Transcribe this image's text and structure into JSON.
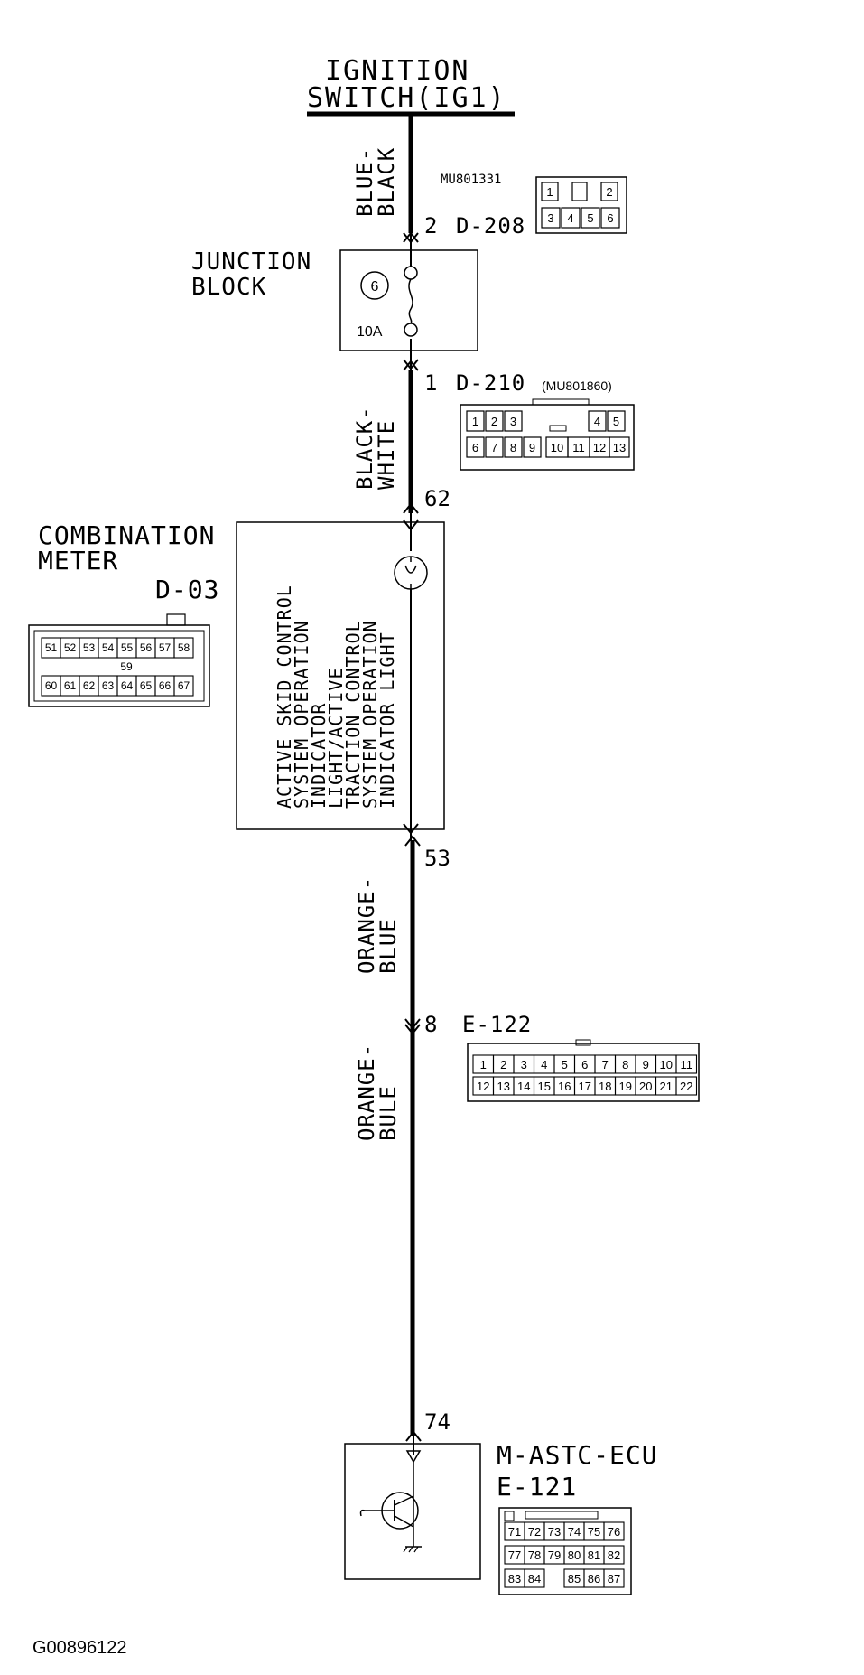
{
  "ignition": {
    "line1": "IGNITION",
    "line2": "SWITCH(IG1)"
  },
  "wires": {
    "w1": {
      "line1": "BLUE-",
      "line2": "BLACK"
    },
    "w2": {
      "line1": "BLACK-",
      "line2": "WHITE"
    },
    "w3": {
      "line1": "ORANGE-",
      "line2": "BLUE"
    },
    "w4": {
      "line1": "ORANGE-",
      "line2": "BULE"
    }
  },
  "connectors": {
    "d208": {
      "pin": "2",
      "id": "D-208",
      "part": "MU801331",
      "row1": [
        "1",
        "",
        "2"
      ],
      "row2": [
        "3",
        "4",
        "5",
        "6"
      ]
    },
    "d210": {
      "pin": "1",
      "id": "D-210",
      "part": "(MU801860)",
      "row1": [
        "1",
        "2",
        "3",
        "4",
        "5"
      ],
      "row2": [
        "6",
        "7",
        "8",
        "9",
        "10",
        "11",
        "12",
        "13"
      ]
    },
    "d03": {
      "id": "D-03",
      "pin_in": "62",
      "pin_out": "53",
      "row1": [
        "51",
        "52",
        "53",
        "54",
        "55",
        "56",
        "57",
        "58"
      ],
      "mid": "59",
      "row2": [
        "60",
        "61",
        "62",
        "63",
        "64",
        "65",
        "66",
        "67"
      ]
    },
    "e122": {
      "pin": "8",
      "id": "E-122",
      "row1": [
        "1",
        "2",
        "3",
        "4",
        "5",
        "6",
        "7",
        "8",
        "9",
        "10",
        "11"
      ],
      "row2": [
        "12",
        "13",
        "14",
        "15",
        "16",
        "17",
        "18",
        "19",
        "20",
        "21",
        "22"
      ]
    },
    "e121": {
      "pin": "74",
      "id": "E-121",
      "row1": [
        "71",
        "72",
        "73",
        "74",
        "75",
        "76"
      ],
      "row2": [
        "77",
        "78",
        "79",
        "80",
        "81",
        "82"
      ],
      "row3": [
        "83",
        "84",
        "85",
        "86",
        "87"
      ]
    }
  },
  "junction": {
    "line1": "JUNCTION",
    "line2": "BLOCK",
    "fuse_no": "6",
    "fuse_rating": "10A"
  },
  "meter": {
    "line1": "COMBINATION",
    "line2": "METER",
    "desc": [
      "ACTIVE SKID CONTROL",
      "SYSTEM OPERATION",
      "INDICATOR",
      "LIGHT/ACTIVE",
      "TRACTION CONTROL",
      "SYSTEM OPERATION",
      "INDICATOR LIGHT"
    ]
  },
  "ecu": {
    "name": "M-ASTC-ECU"
  },
  "figure_id": "G00896122"
}
